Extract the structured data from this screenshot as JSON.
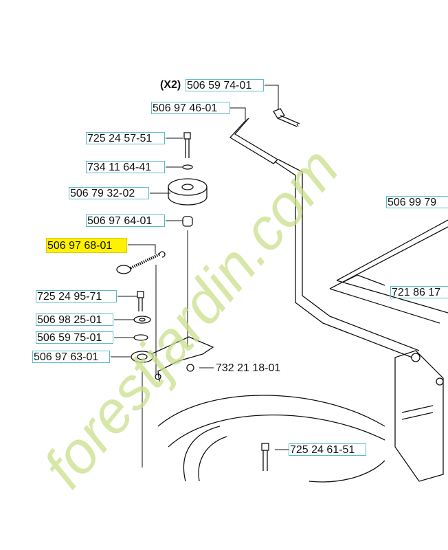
{
  "quantity_note": "(X2)",
  "parts": [
    {
      "id": "p1",
      "number": "506 59 74-01"
    },
    {
      "id": "p2",
      "number": "506 97 46-01"
    },
    {
      "id": "p3",
      "number": "725 24 57-51"
    },
    {
      "id": "p4",
      "number": "734 11 64-41"
    },
    {
      "id": "p5",
      "number": "506 79 32-02"
    },
    {
      "id": "p6",
      "number": "506 97 64-01"
    },
    {
      "id": "p7",
      "number": "506 97 68-01",
      "highlighted": true
    },
    {
      "id": "p8",
      "number": "725 24 95-71"
    },
    {
      "id": "p9",
      "number": "506 98 25-01"
    },
    {
      "id": "p10",
      "number": "506 59 75-01"
    },
    {
      "id": "p11",
      "number": "506 97 63-01"
    },
    {
      "id": "p12",
      "number": "732 21 18-01"
    },
    {
      "id": "p13",
      "number": "725 24 61-51"
    },
    {
      "id": "p14",
      "number": "506 99 79"
    },
    {
      "id": "p15",
      "number": "721 86 17"
    }
  ],
  "watermark": "forestjardin.com",
  "colors": {
    "label_border": "#5bbcc6",
    "highlight": "#fff200",
    "watermark": "#c9df8a"
  }
}
